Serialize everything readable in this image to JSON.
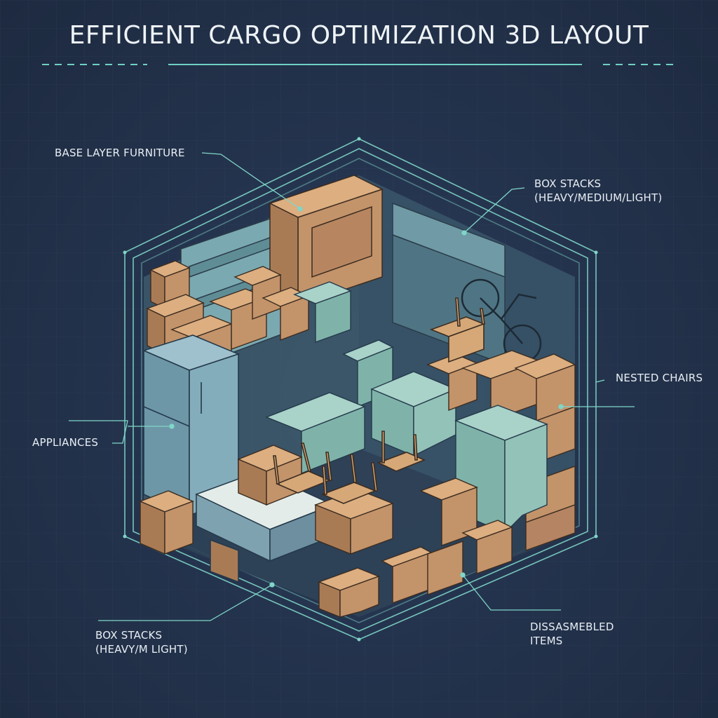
{
  "title": "EFFICIENT CARGO OPTIMIZATION 3D LAYOUT",
  "labels": {
    "base_layer": "BASE LAYER FURNITURE",
    "box_stacks_top_line1": "BOX STACKS",
    "box_stacks_top_line2": "(HEAVY/MEDIUM/LIGHT)",
    "nested_chairs": "NESTED CHAIRS",
    "appliances": "APPLIANCES",
    "box_stacks_bottom_line1": "BOX STACKS",
    "box_stacks_bottom_line2": "(HEAVY/M LIGHT)",
    "disassembled_line1": "DISSASMEBLED",
    "disassembled_line2": "ITEMS"
  },
  "colors": {
    "background": "#24334d",
    "outline": "#7fd6c8",
    "cardboard": "#c99a6e",
    "appliance": "#7fa6b4",
    "mattress": "#8ecbbf"
  }
}
